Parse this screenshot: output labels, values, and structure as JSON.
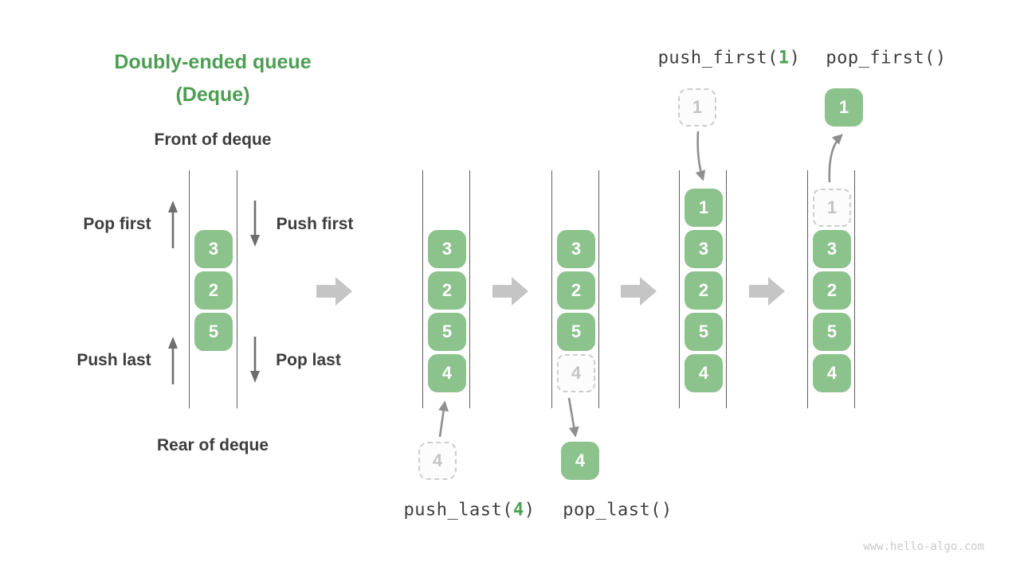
{
  "title": {
    "line1": "Doubly-ended queue",
    "line2": "(Deque)"
  },
  "labels": {
    "front": "Front of deque",
    "rear": "Rear of deque",
    "pop_first": "Pop first",
    "push_first": "Push first",
    "push_last": "Push last",
    "pop_last": "Pop last"
  },
  "queues": {
    "demo": [
      "3",
      "2",
      "5"
    ],
    "after_push_last": [
      "3",
      "2",
      "5",
      "4"
    ],
    "after_pop_last": [
      "3",
      "2",
      "5",
      "4"
    ],
    "after_push_first": [
      "1",
      "3",
      "2",
      "5",
      "4"
    ],
    "after_pop_first": [
      "1",
      "3",
      "2",
      "5",
      "4"
    ]
  },
  "floating": {
    "push_last_in": "4",
    "pop_last_out": "4",
    "push_first_in": "1",
    "pop_first_out": "1"
  },
  "operations": {
    "push_last": {
      "name": "push_last(",
      "arg": "4",
      "close": ")"
    },
    "pop_last": {
      "name": "pop_last()"
    },
    "push_first": {
      "name": "push_first(",
      "arg": "1",
      "close": ")"
    },
    "pop_first": {
      "name": "pop_first()"
    }
  },
  "watermark": "www.hello-algo.com",
  "colors": {
    "title_green": "#4c9e52",
    "box_green": "#8cc28c",
    "arg_green": "#4c9e52",
    "dark_text": "#3d3d3d",
    "ghost_border": "#cdcdcd",
    "ghost_text": "#c4c4c4",
    "thin_arrow": "#8f8f8f",
    "demo_arrow": "#6e6e6e",
    "block_arrow": "#c5c5c5",
    "queue_line": "#5f5f5f",
    "watermark_gray": "#c9c9c9"
  }
}
